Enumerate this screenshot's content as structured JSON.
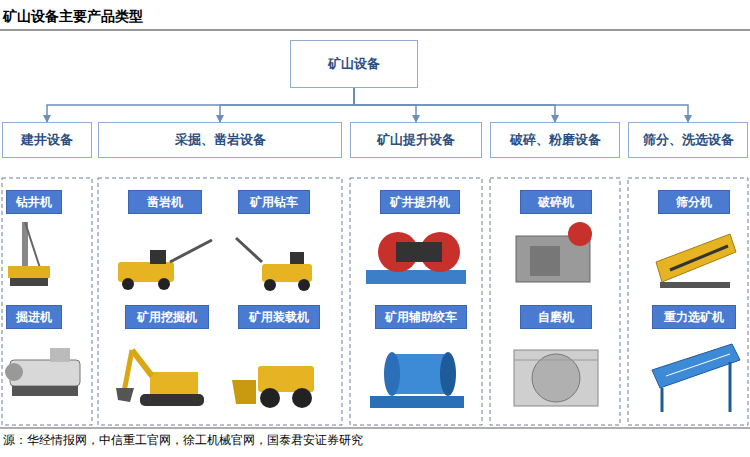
{
  "diagram": {
    "title": "矿山设备主要产品类型",
    "caption": "源：华经情报网，中信重工官网，徐工机械官网，国泰君安证券研究",
    "nodes": [
      {
        "text": [
          "矿山设备"
        ]
      },
      {
        "text": [
          "建井设备"
        ]
      },
      {
        "text": [
          "采掘、凿岩设备"
        ]
      },
      {
        "text": [
          "矿山提升设备"
        ]
      },
      {
        "text": [
          "破碎、粉磨设备"
        ]
      },
      {
        "text": [
          "筛分、洗选设备"
        ]
      },
      {
        "text": [
          "钻井机"
        ]
      },
      {
        "text": [
          "凿岩机"
        ]
      },
      {
        "text": [
          "矿用钻车"
        ]
      },
      {
        "text": [
          "矿井提升机"
        ]
      },
      {
        "text": [
          "破碎机"
        ]
      },
      {
        "text": [
          "筛分机"
        ]
      },
      {
        "text": [
          "掘进机"
        ]
      },
      {
        "text": [
          "矿用挖掘机"
        ]
      },
      {
        "text": [
          "矿用装载机"
        ]
      },
      {
        "text": [
          "矿用辅助绞车"
        ]
      },
      {
        "text": [
          "自磨机"
        ]
      },
      {
        "text": [
          "重力选矿机"
        ]
      }
    ],
    "edges": [
      {
        "from": 0,
        "to": 1,
        "arrow": "to"
      },
      {
        "from": 0,
        "to": 2,
        "arrow": "to"
      },
      {
        "from": 0,
        "to": 3,
        "arrow": "to"
      },
      {
        "from": 0,
        "to": 4,
        "arrow": "to"
      },
      {
        "from": 0,
        "to": 5,
        "arrow": "to"
      }
    ]
  }
}
